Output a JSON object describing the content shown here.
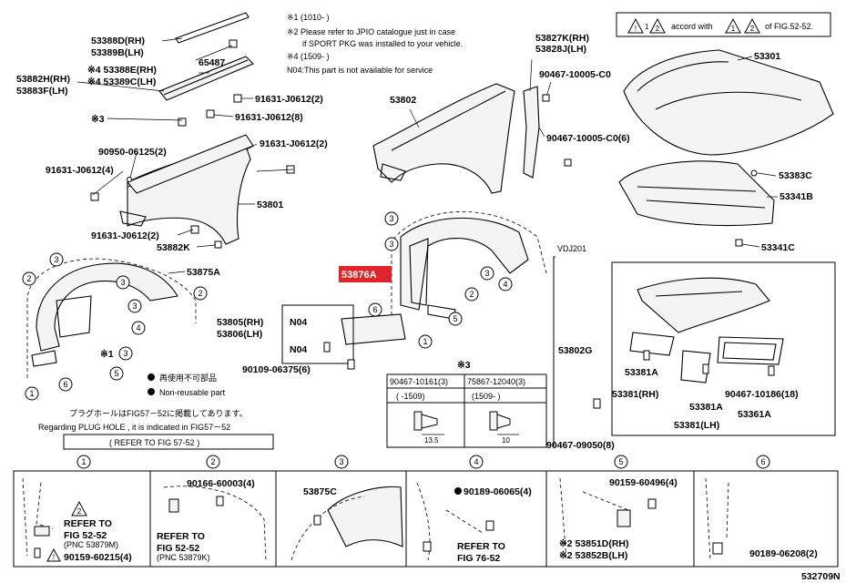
{
  "notes": {
    "n1": "※1 (1010-        )",
    "n2a": "※2 Please refer to JPIO catalogue just in case",
    "n2b": "if SPORT PKG was installed to your vehicle.",
    "n4": "※4 (1509-        )",
    "n04": "N04:This part is not available for service",
    "accord_pre": "accord with",
    "accord_post": "of FIG.52-52.",
    "tri1": "1",
    "tri2": "2",
    "plug_jp": "プラグホールはFIG57－52に掲載してあります。",
    "plug_en": "Regarding PLUG HOLE , it is indicated in FIG57－52",
    "plug_ref": "(     REFER TO FIG 57-52     )",
    "legend_reuse": "再使用不可部品",
    "legend_nonreuse": "Non-reusable part",
    "vdj": "VDJ201",
    "fig_code": "532709N"
  },
  "parts": {
    "p53388D": "53388D(RH)",
    "p53389B": "53389B(LH)",
    "p65487": "65487",
    "p53388E": "※4 53388E(RH)",
    "p53389C": "※4 53389C(LH)",
    "p53882H": "53882H(RH)",
    "p53883F": "53883F(LH)",
    "n3": "※3",
    "p91631a": "91631-J0612(2)",
    "p91631b": "91631-J0612(8)",
    "p90950": "90950-06125(2)",
    "p91631c": "91631-J0612(4)",
    "p91631d": "91631-J0612(2)",
    "p91631e": "91631-J0612(2)",
    "p53801": "53801",
    "p53882K": "53882K",
    "p53875A": "53875A",
    "p53802": "53802",
    "p53827K": "53827K(RH)",
    "p53828J": "53828J(LH)",
    "p90467a": "90467-10005-C0",
    "p90467b": "90467-10005-C0(6)",
    "p53301": "53301",
    "p53383C": "53383C",
    "p53341B": "53341B",
    "p53341C": "53341C",
    "p53876A": "53876A",
    "p53805": "53805(RH)",
    "p53806": "53806(LH)",
    "pN04a": "N04",
    "pN04b": "N04",
    "p90109": "90109-06375(6)",
    "p53802G": "53802G",
    "p53381A1": "53381A",
    "p53381RH": "53381(RH)",
    "p53381A2": "53381A",
    "p53381LH": "53381(LH)",
    "p90467c": "90467-10186(18)",
    "p53361A": "53361A",
    "p90467d": "90467-09050(8)"
  },
  "clip_table": {
    "mark": "※3",
    "col1": "90467-10161(3)",
    "col2": "75867-12040(3)",
    "range1": "(        -1509)",
    "range2": "(1509-        )",
    "dim1": "13.5",
    "dim2": "10"
  },
  "callouts": {
    "c1": "1",
    "c2": "2",
    "c3": "3",
    "c4": "4",
    "c5": "5",
    "c6": "6",
    "x1": "※1"
  },
  "details": {
    "d1_ref": "REFER TO",
    "d1_fig": "FIG 52-52",
    "d1_pnc": "(PNC 53879M)",
    "d1_part": "90159-60215(4)",
    "d2_part": "90166-60003(4)",
    "d2_ref": "REFER TO",
    "d2_fig": "FIG 52-52",
    "d2_pnc": "(PNC 53879K)",
    "d3_part": "53875C",
    "d4_part": "90189-06065(4)",
    "d4_ref": "REFER TO",
    "d4_fig": "FIG 76-52",
    "d5_part": "90159-60496(4)",
    "d5_rh": "※2 53851D(RH)",
    "d5_lh": "※2 53852B(LH)",
    "d6_part": "90189-06208(2)"
  }
}
